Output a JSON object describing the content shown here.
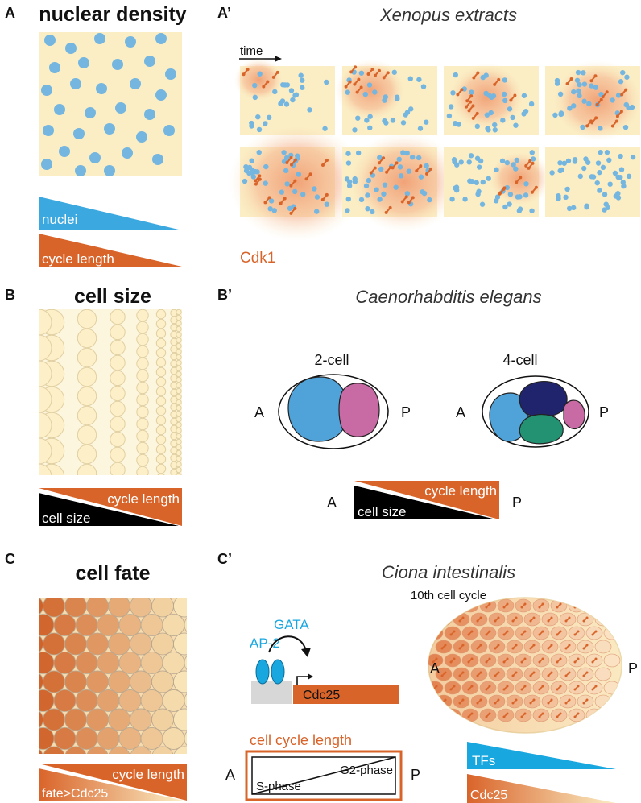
{
  "panel_A": {
    "letter": "A",
    "title": "nuclear density",
    "wedge_labels": {
      "top": "nuclei",
      "bottom": "cycle length"
    }
  },
  "panel_A2": {
    "letter": "A’",
    "title": "Xenopus extracts",
    "time_label": "time",
    "marker_label": "Cdk1"
  },
  "panel_B": {
    "letter": "B",
    "title": "cell size",
    "wedge_labels": {
      "top": "cycle length",
      "bottom": "cell size"
    }
  },
  "panel_B2": {
    "letter": "B’",
    "title": "Caenorhabditis elegans",
    "stage_labels": [
      "2-cell",
      "4-cell"
    ],
    "axis": {
      "anterior": "A",
      "posterior": "P"
    },
    "wedge_labels": {
      "top": "cycle length",
      "bottom": "cell size"
    }
  },
  "panel_C": {
    "letter": "C",
    "title": "cell fate",
    "wedge_labels": {
      "top": "cycle length",
      "bottom": "fate>Cdc25"
    }
  },
  "panel_C2": {
    "letter": "C’",
    "title": "Ciona intestinalis",
    "subtitle": "10th cell cycle",
    "tf_labels": [
      "GATA",
      "AP-2"
    ],
    "gene_label": "Cdc25",
    "box_title": "cell cycle length",
    "phase_labels": {
      "s": "S-phase",
      "g2": "G2-phase"
    },
    "axis": {
      "anterior": "A",
      "posterior": "P"
    },
    "wedge_labels": {
      "tfs": "TFs",
      "cdc25": "Cdc25"
    }
  },
  "colors": {
    "cream": "#fbeec5",
    "nucleus": "#74b6e0",
    "cdk": "#d9642a",
    "orange": "#d9642a",
    "blue_wedge": "#3ba9e0",
    "ciona_blue": "#19a7e0",
    "label_orange": "#d9642a",
    "p1_blue": "#4fa3d9",
    "p1_pink": "#c86aa3",
    "navy": "#20246d",
    "green": "#239272"
  }
}
